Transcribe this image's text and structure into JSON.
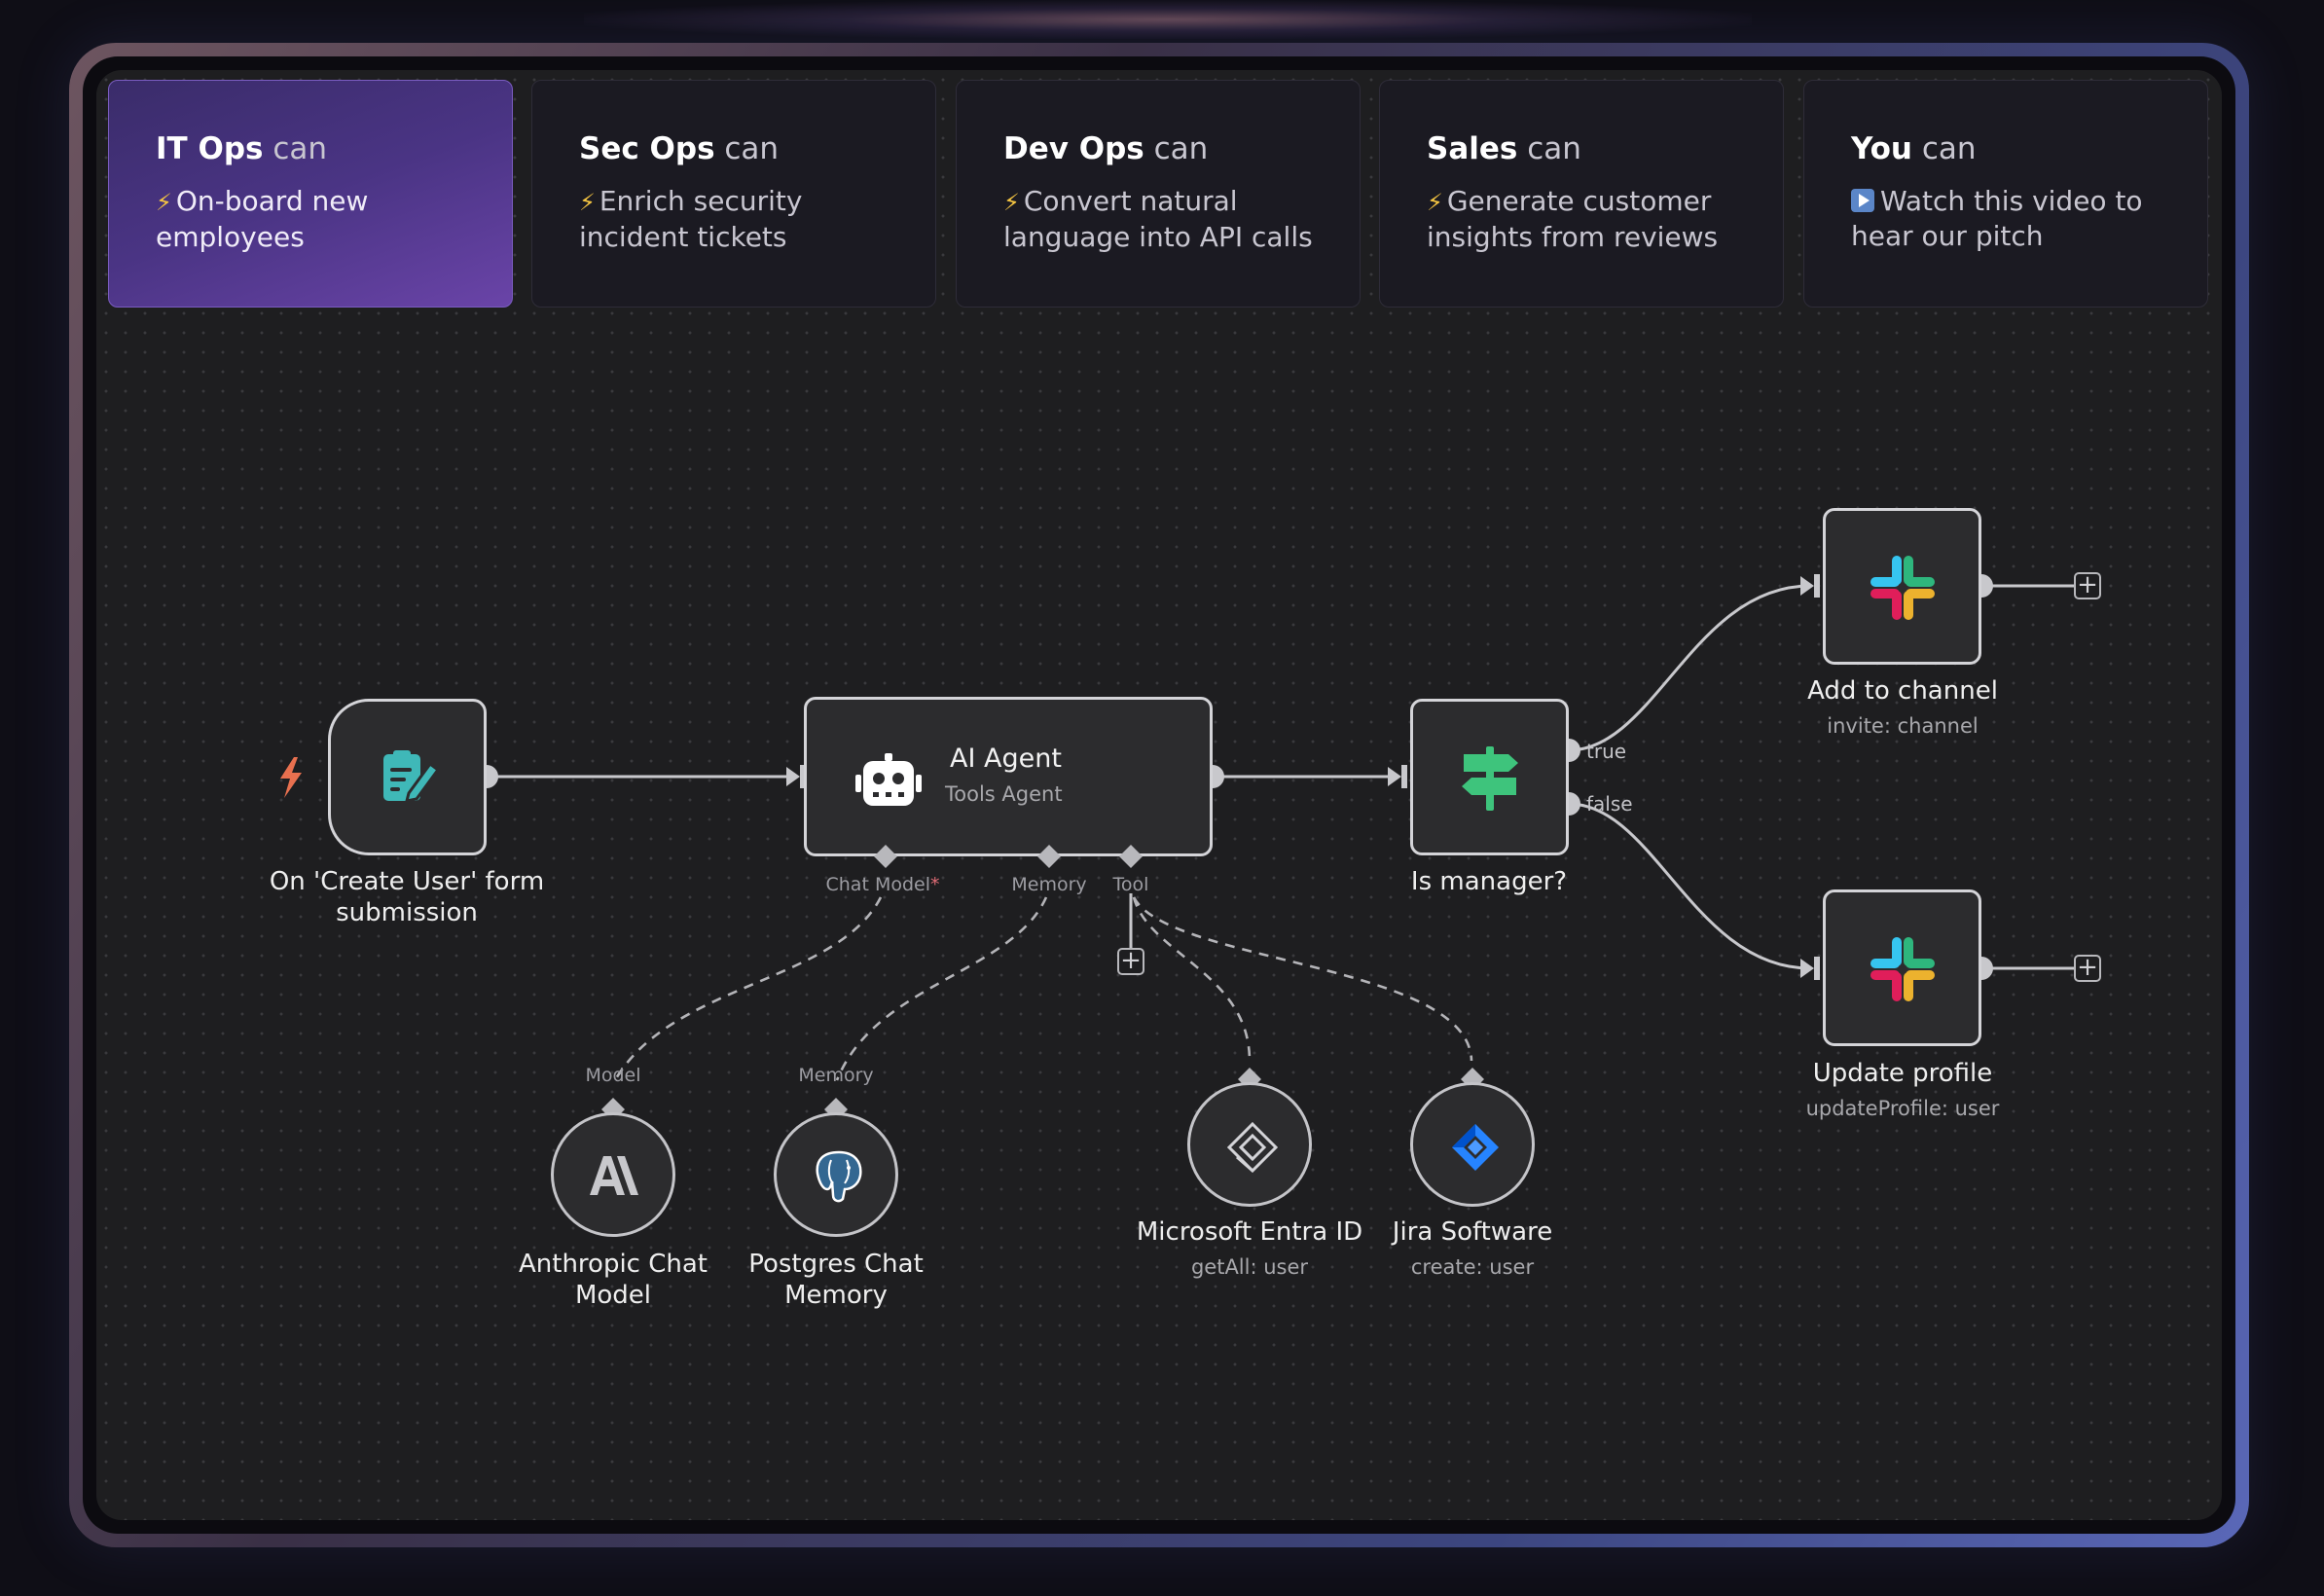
{
  "tabs": [
    {
      "team": "IT Ops",
      "can": "can",
      "icon": "bolt-icon",
      "desc": "On-board new employees",
      "active": true
    },
    {
      "team": "Sec Ops",
      "can": "can",
      "icon": "bolt-icon",
      "desc": "Enrich security incident tickets",
      "active": false
    },
    {
      "team": "Dev Ops",
      "can": "can",
      "icon": "bolt-icon",
      "desc": "Convert natural language into API calls",
      "active": false
    },
    {
      "team": "Sales",
      "can": "can",
      "icon": "bolt-icon",
      "desc": "Generate customer insights from reviews",
      "active": false
    },
    {
      "team": "You",
      "can": "can",
      "icon": "play-video-icon",
      "desc": "Watch this video to hear our pitch",
      "active": false
    }
  ],
  "workflow": {
    "trigger": {
      "label_line1": "On 'Create User' form",
      "label_line2": "submission",
      "icon": "form-edit-icon"
    },
    "agent": {
      "title": "AI Agent",
      "subtitle": "Tools Agent",
      "icon": "robot-icon",
      "ports": {
        "chat_model": "Chat Model",
        "required_mark": "*",
        "memory": "Memory",
        "tool": "Tool"
      }
    },
    "condition": {
      "label": "Is manager?",
      "icon": "signpost-icon",
      "true_label": "true",
      "false_label": "false"
    },
    "slack_add": {
      "label": "Add to channel",
      "sub": "invite: channel",
      "icon": "slack-icon"
    },
    "slack_update": {
      "label": "Update profile",
      "sub": "updateProfile: user",
      "icon": "slack-icon"
    },
    "anthropic": {
      "port": "Model",
      "label_line1": "Anthropic Chat",
      "label_line2": "Model",
      "icon": "anthropic-icon"
    },
    "postgres": {
      "port": "Memory",
      "label_line1": "Postgres Chat",
      "label_line2": "Memory",
      "icon": "postgres-icon"
    },
    "entra": {
      "label": "Microsoft Entra ID",
      "sub": "getAll: user",
      "icon": "entra-id-icon"
    },
    "jira": {
      "label": "Jira Software",
      "sub": "create: user",
      "icon": "jira-icon"
    },
    "add_symbol": "+"
  },
  "colors": {
    "active_tab": "#4a3484",
    "bolt": "#f5c542",
    "trigger_bolt": "#e8704f",
    "signpost": "#3ec47c",
    "jira": "#2684ff",
    "form_icon": "#3fb8b8"
  }
}
